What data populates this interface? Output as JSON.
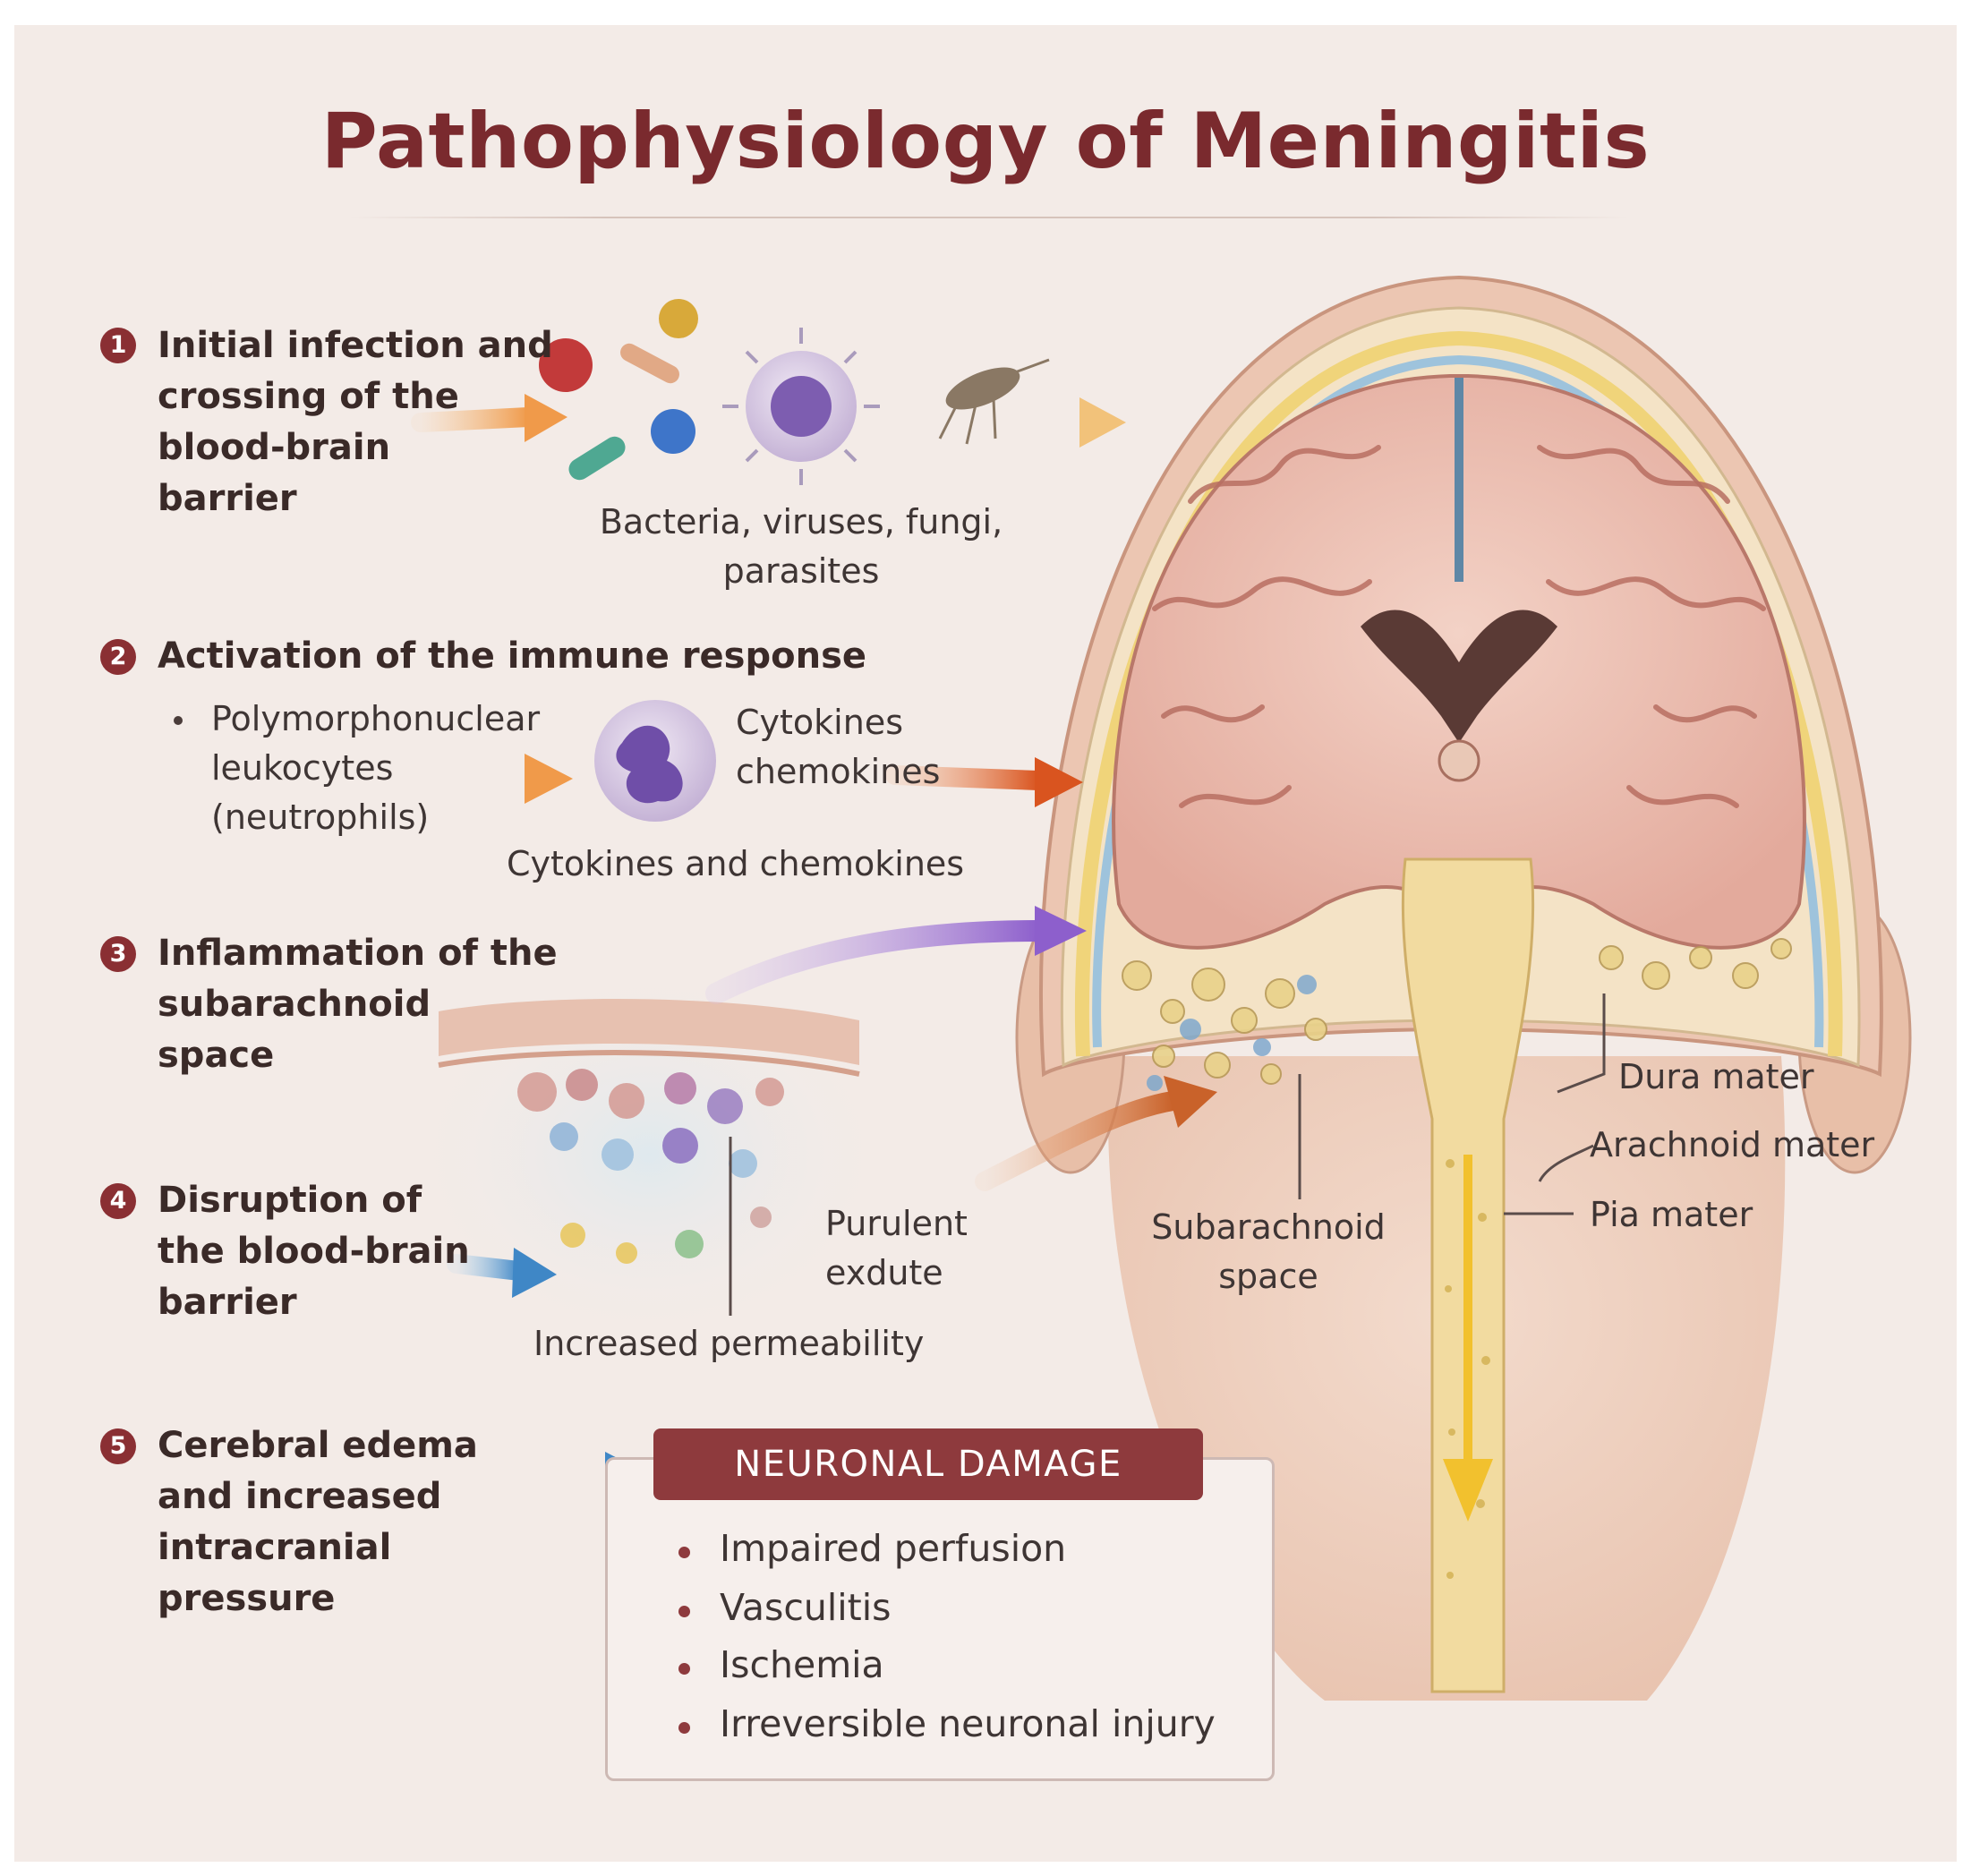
{
  "title": "Pathophysiology of Meningitis",
  "steps": [
    {
      "number": "1",
      "text": "Initial infection and\ncrossing of the\nblood-brain\nbarrier"
    },
    {
      "number": "2",
      "text": "Activation of the immune response"
    },
    {
      "number": "3",
      "text": "Inflammation of the\nsubarachnoid\nspace"
    },
    {
      "number": "4",
      "text": "Disruption of\nthe blood-brain\nbarrier"
    },
    {
      "number": "5",
      "text": "Cerebral edema\nand increased\nintracranial\npressure"
    }
  ],
  "labels": {
    "pathogens": "Bacteria, viruses, fungi,\nparasites",
    "pmn": "Polymorphonuclear\nleukocytes\n(neutrophils)",
    "cytokines_short": "Cytokines\nchemokines",
    "cytokines_long": "Cytokines and chemokines",
    "purulent": "Purulent\nexdute",
    "permeability": "Increased permeability",
    "subarachnoid": "Subarachnoid\nspace",
    "dura": "Dura mater",
    "arachnoid": "Arachnoid mater",
    "pia": "Pia mater"
  },
  "neuronal_damage": {
    "heading": "NEURONAL DAMAGE",
    "items": [
      "Impaired perfusion",
      "Vasculitis",
      "Ischemia",
      "Irreversible neuronal injury"
    ]
  },
  "colors": {
    "accent": "#8a2f33",
    "background": "#f3ebe7",
    "arrow_orange": "#f0a45a",
    "arrow_purple": "#9b6fd0",
    "arrow_blue": "#4f95cf",
    "arrow_red": "#d06030",
    "arrow_yellow": "#f2c12e"
  }
}
